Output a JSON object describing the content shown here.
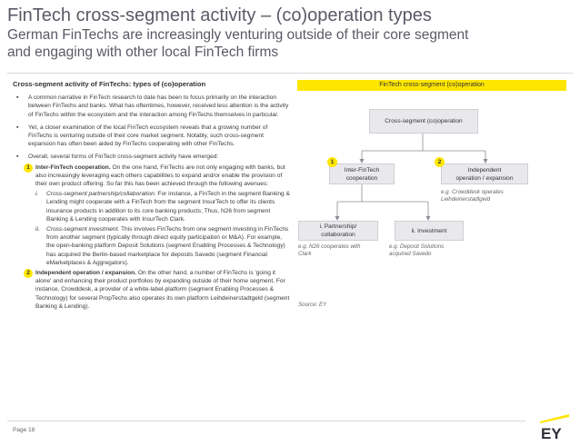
{
  "title": {
    "line1": "FinTech cross-segment activity – (co)operation types",
    "line2": "German FinTechs are increasingly venturing outside of their core segment",
    "line3": "and engaging with other local FinTech firms"
  },
  "left": {
    "heading": "Cross-segment activity of FinTechs: types of (co)operation",
    "bullet1": "A common narrative in FinTech research to date has been to focus primarily on the interaction between FinTechs and banks. What has oftentimes, however, received less attention is the activity of FinTechs within the ecosystem and the interaction among FinTechs themselves in particular.",
    "bullet2": "Yet, a closer examination of the local FinTech ecosystem reveals that a growing number of FinTechs is venturing outside of their core market segment. Notably, such cross-segment expansion has often been aided by FinTechs cooperating with other FinTechs.",
    "bullet3": "Overall, several forms of FinTech cross-segment activity have emerged:",
    "item1_badge": "1",
    "item1_title": "Inter-FinTech cooperation.",
    "item1_text": " On the one hand, FinTechs are not only engaging with banks, but also increasingly leveraging each others capabilities to expand and/or enable the provision of their own product offering. So far this has been achieved through the following avenues:",
    "sub_i_label": "i.",
    "sub_i_title": "Cross-segment partnership/collaboration.",
    "sub_i_text": " For instance, a FinTech in the segment Banking & Lending might cooperate with a FinTech from the segment InsurTech to offer its clients insurance products in addition to its core banking products; Thus, N26 from segment Banking & Lending cooperates with InsurTech Clark.",
    "sub_ii_label": "ii.",
    "sub_ii_title": "Cross-segment investment.",
    "sub_ii_text": " This involves FinTechs from one segment investing in FinTechs from another segment (typically through direct equity participation or M&A). For example, the open-banking platform Deposit Solutions (segment Enabling Processes & Technology) has acquired the Berlin-based marketplace for deposits Savedo (segment Financial eMarketplaces & Aggregators).",
    "item2_badge": "2",
    "item2_title": "Independent operation / expansion.",
    "item2_text": " On the other hand, a number of FinTechs is 'going it alone' and enhancing their product portfolios by expanding outside of their home segment. For instance, Crowddesk, a provider of a white-label-platform (segment Enabling Processes & Technology) for several PropTechs also operates its own platform Leihdeinerstadtgeld (segment Banking & Lending)."
  },
  "diagram": {
    "header": "FinTech cross-segment (co)operation",
    "root": "Cross-segment (co)operation",
    "node1": "Inter-FinTech\ncooperation",
    "node2": "Independent\noperation / expansion",
    "badge1": "1",
    "badge2": "2",
    "node1a": "i.  Partnership/\ncollaboration",
    "node1b": "ii.  Investment",
    "ex2": "e.g. Crowddesk operates\nLeihdeinerstadtgeld",
    "ex1a": "e.g. N26 cooperates with\nClark",
    "ex1b": "e.g. Deposit Solutions\nacquired Savedo",
    "source": "Source: EY"
  },
  "footer": {
    "page": "Page 18",
    "logo": "EY"
  },
  "colors": {
    "accent": "#ffe600",
    "box": "#e9e9ec",
    "title": "#5a5a66"
  }
}
